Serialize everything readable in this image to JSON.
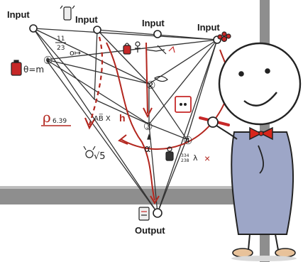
{
  "diagram": {
    "input_labels": [
      "Input",
      "Input",
      "Input",
      "Input"
    ],
    "output_label": "Output",
    "node_labels": [
      "①",
      "②",
      "③",
      "④"
    ],
    "scribbles": {
      "fraction_top": "11",
      "fraction_bottom": "23",
      "arrow_symbol": "o↦",
      "theta_text": "θ=m",
      "rho_text": "ρ",
      "rho_subscript": "6.39",
      "vector_text": "AB̅ X",
      "h_text": "h",
      "alpha_text": "α",
      "root_text": "√5",
      "lambda_text": "λ",
      "x_text": "×",
      "small_fraction_top": "334",
      "small_fraction_bottom": "238"
    }
  },
  "colors": {
    "board": "#ffffff",
    "frame": "#8e8e8e",
    "line": "#333333",
    "accent_red": "#b3261e",
    "character_body": "#9da6c7",
    "bow_tie": "#d8261b"
  }
}
